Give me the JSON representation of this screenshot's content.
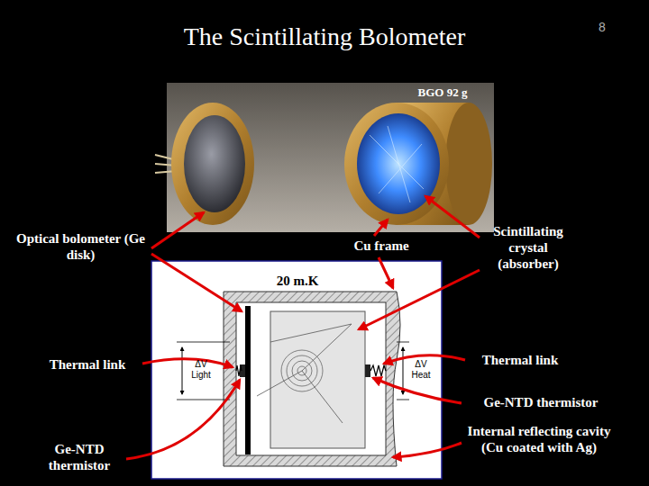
{
  "diagram": {
    "title": "The Scintillating Bolometer",
    "labels": [
      "8",
      "BGO 92 g",
      "Optical bolometer (Ge disk)",
      "Cu frame",
      "Scintillating crystal (absorber)",
      "20 m.K",
      "Thermal link",
      "Thermal link",
      "Ge-NTD thermistor",
      "Internal reflecting cavity (Cu coated with Ag)",
      "Ge-NTD thermistor",
      "ΔV Light",
      "ΔV Heat"
    ]
  }
}
